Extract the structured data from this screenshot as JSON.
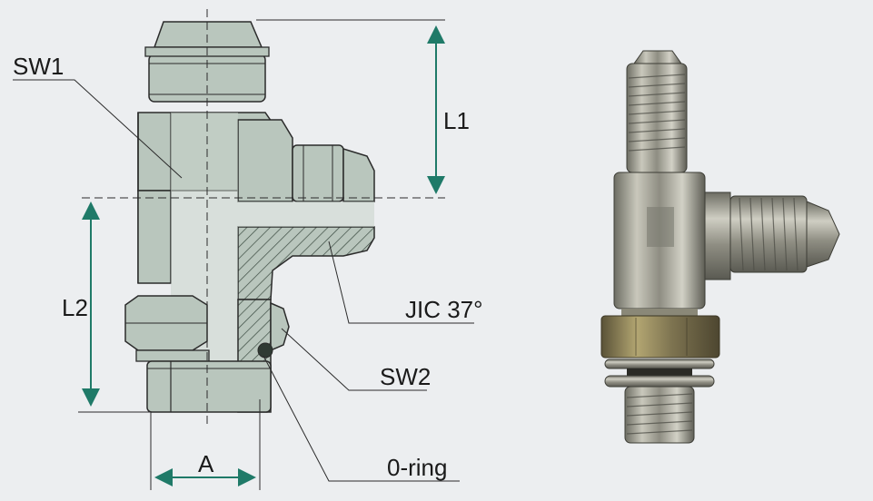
{
  "labels": {
    "sw1": "SW1",
    "l1": "L1",
    "l2": "L2",
    "jic": "JIC 37°",
    "sw2": "SW2",
    "oring": "0-ring",
    "a": "A"
  },
  "colors": {
    "background": "#eceef0",
    "body_fill": "#b9c6bd",
    "body_shadow": "#9fb0a5",
    "outline": "#2b2b2b",
    "arrow": "#1f7a68",
    "leader": "#2b2b2b"
  },
  "icons": {
    "photo": "tee-fitting-photo"
  }
}
